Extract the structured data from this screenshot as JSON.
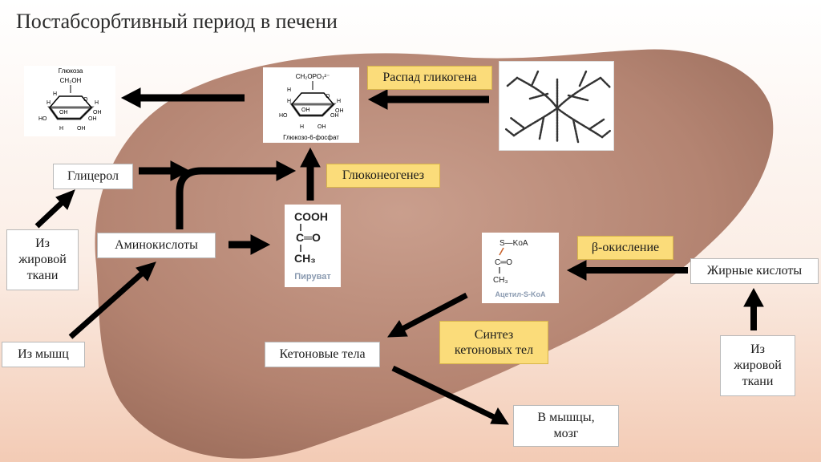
{
  "title": "Постабсорбтивный период в печени",
  "colors": {
    "liver": "#b98774",
    "arrow": "#000000",
    "highlight": "#fbdc7a",
    "box_border": "#b9b9b9"
  },
  "molecules": {
    "glucose": {
      "name": "Глюкоза",
      "ch2oh": "CH₂OH",
      "atoms": [
        "H",
        "O",
        "H",
        "H",
        "OH",
        "OH",
        "HO",
        "OH",
        "H",
        "OH"
      ]
    },
    "g6p": {
      "name": "Глюкозо-6-фосфат",
      "ch2": "CH₂OPO₃²⁻",
      "atoms": [
        "H",
        "O",
        "H",
        "H",
        "OH",
        "OH",
        "HO",
        "OH",
        "H",
        "OH"
      ]
    },
    "pyruvate": {
      "name": "Пируват",
      "lines": [
        "COOH",
        "C═O",
        "CH₃"
      ]
    },
    "acetyl": {
      "name": "Ацетил-S-KoA",
      "lines": [
        "S—KoA",
        "C═O",
        "CH₃"
      ]
    }
  },
  "processes": {
    "glycogen_breakdown": "Распад гликогена",
    "gluconeogenesis": "Глюконеогенез",
    "beta_oxidation": "β-окисление",
    "ketone_synthesis": [
      "Синтез",
      "кетоновых тел"
    ]
  },
  "nodes": {
    "glycerol": "Глицерол",
    "from_fat_left": [
      "Из",
      "жировой",
      "ткани"
    ],
    "amino_acids": "Аминокислоты",
    "from_muscle": "Из мышц",
    "ketone_bodies": "Кетоновые тела",
    "to_muscle_brain": [
      "В мышцы,",
      "мозг"
    ],
    "fatty_acids": "Жирные кислоты",
    "from_fat_right": [
      "Из",
      "жировой",
      "ткани"
    ]
  },
  "icons": {
    "glycogen": "glycogen-branched-polymer-icon",
    "liver": "liver-silhouette"
  }
}
